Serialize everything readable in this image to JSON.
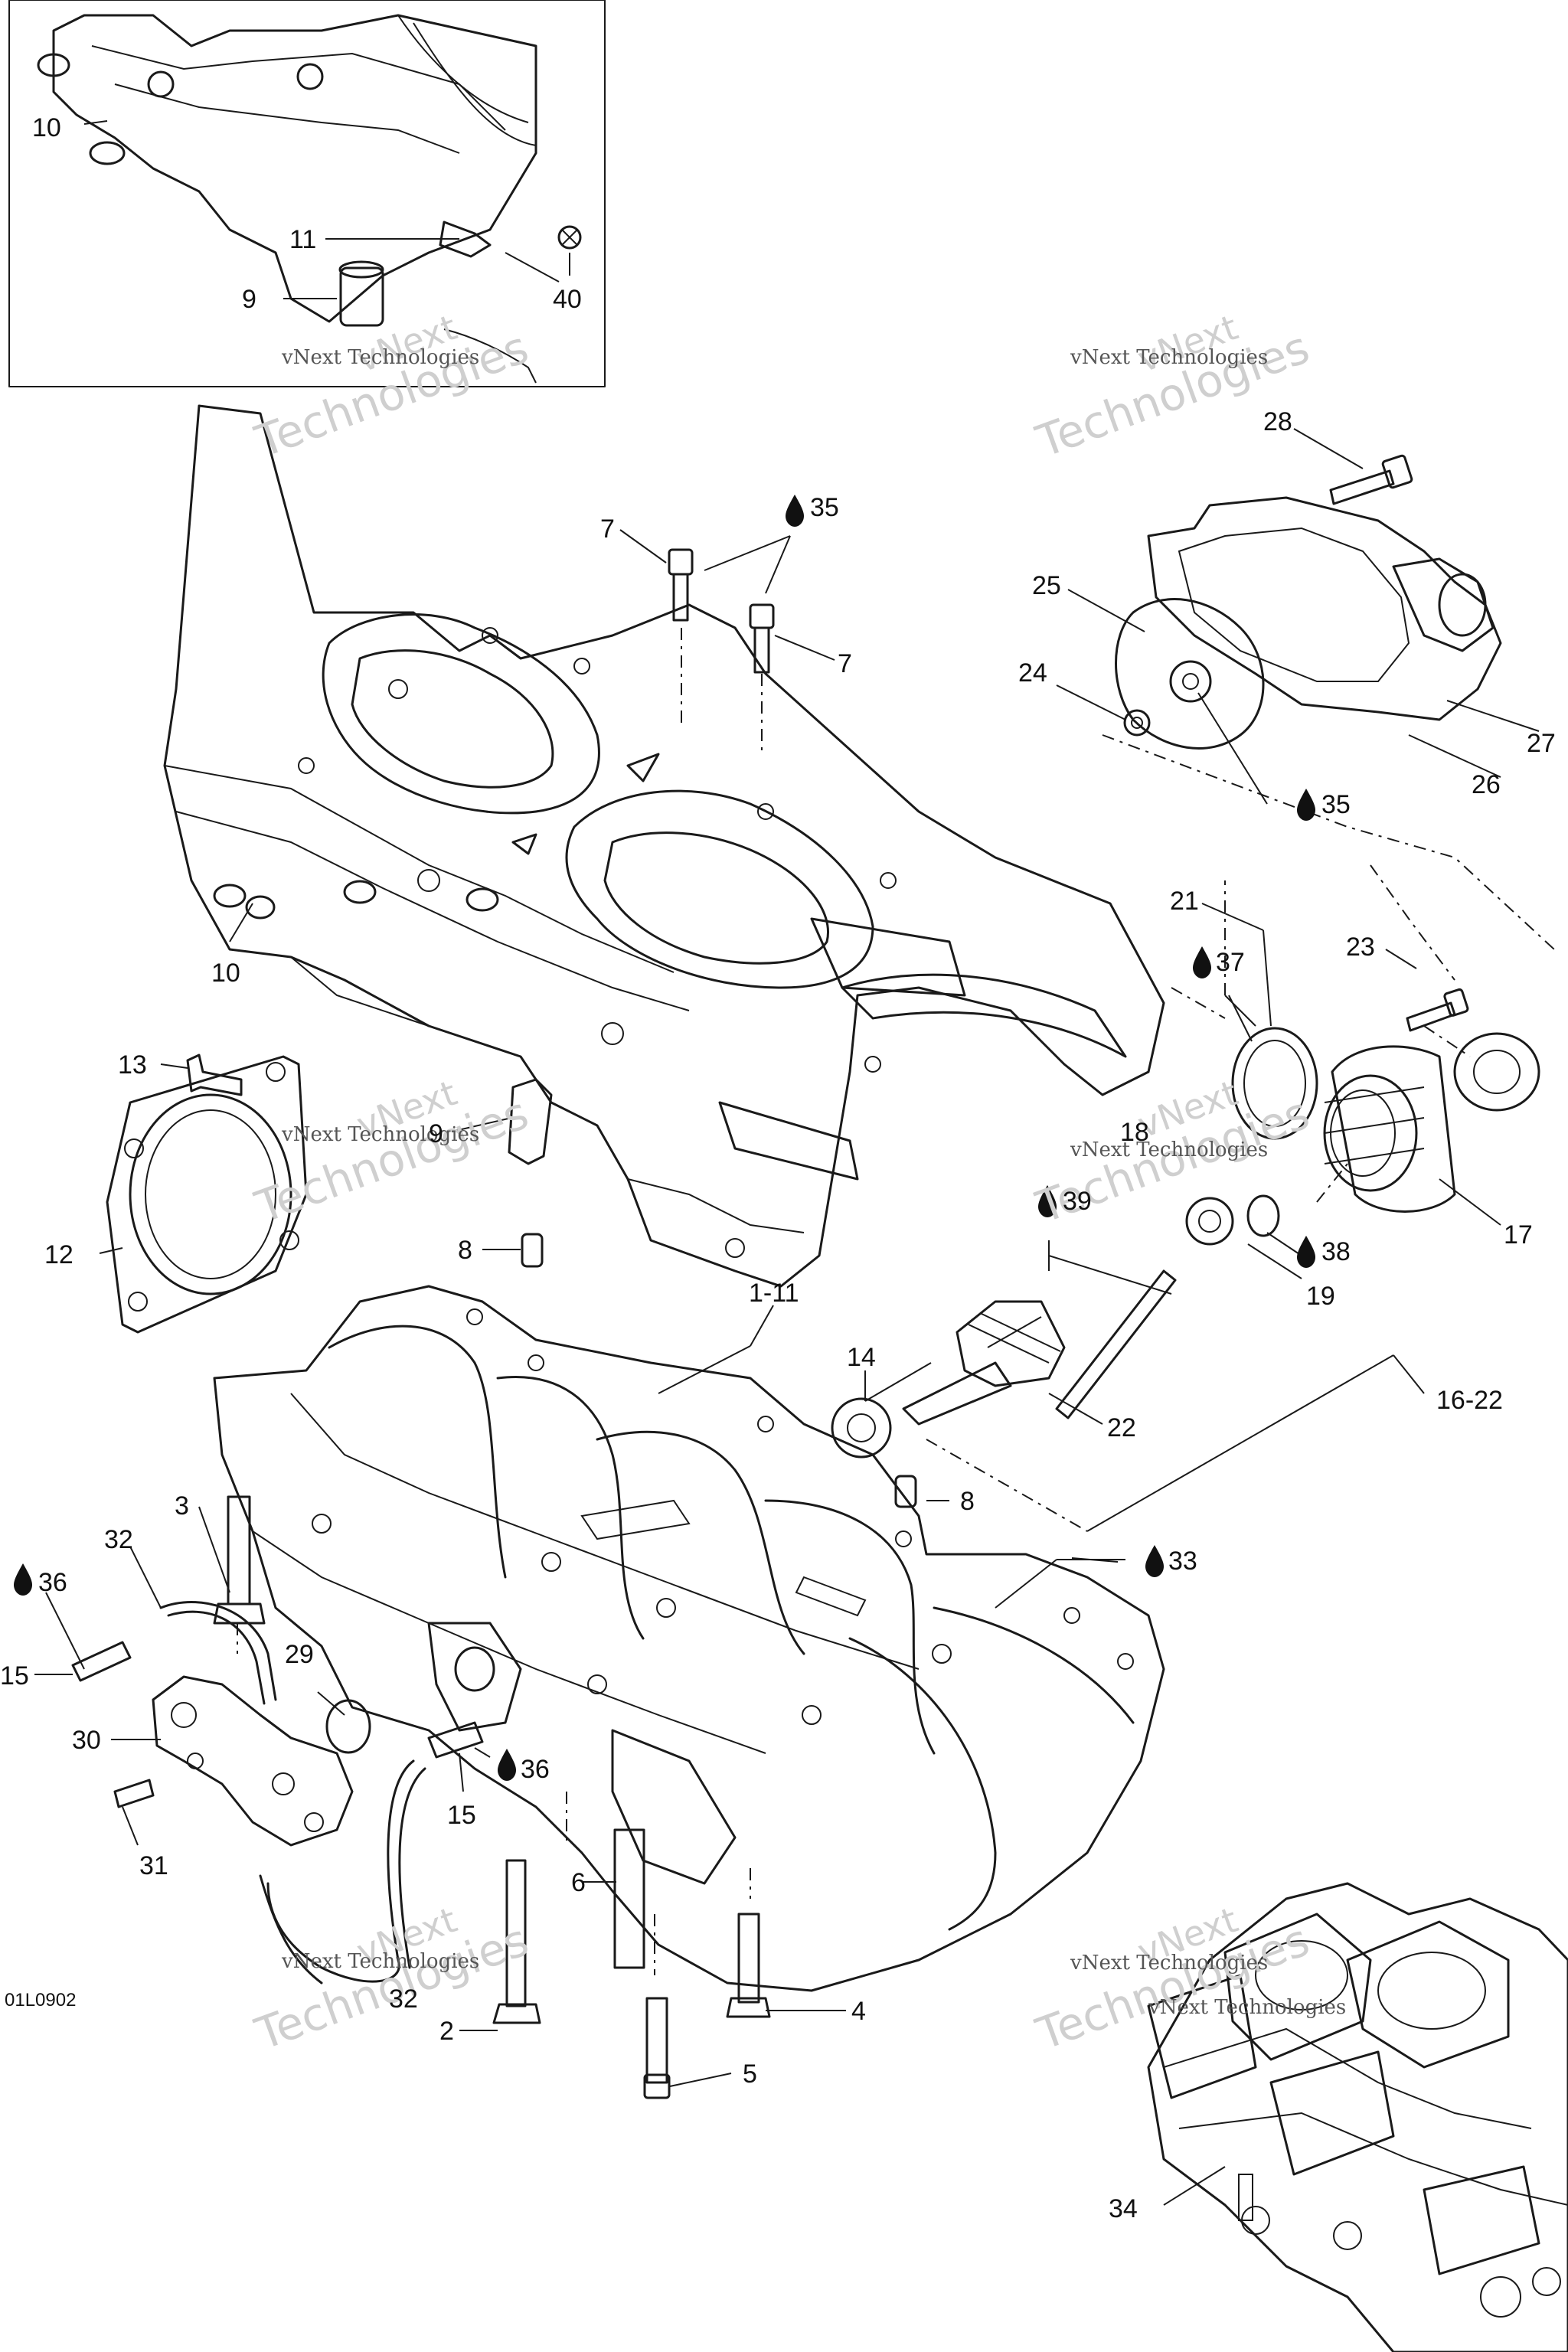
{
  "drawing_code": "01L0902",
  "watermark": {
    "line1": "vNext",
    "line2": "Technologies",
    "small": "vNext Technologies"
  },
  "colors": {
    "ink": "#111111",
    "watermark": "#cfcfcf",
    "background": "#ffffff"
  },
  "labels": {
    "l1_11": "1-11",
    "l2": "2",
    "l3": "3",
    "l4": "4",
    "l5": "5",
    "l6": "6",
    "l7a": "7",
    "l7b": "7",
    "l8a": "8",
    "l8b": "8",
    "l9a": "9",
    "l9b": "9",
    "l10a": "10",
    "l10b": "10",
    "l11": "11",
    "l12": "12",
    "l13": "13",
    "l14": "14",
    "l15a": "15",
    "l15b": "15",
    "l16_22": "16-22",
    "l17": "17",
    "l18": "18",
    "l19": "19",
    "l21": "21",
    "l22": "22",
    "l23": "23",
    "l24": "24",
    "l25": "25",
    "l26": "26",
    "l27": "27",
    "l28": "28",
    "l29": "29",
    "l30": "30",
    "l31": "31",
    "l32a": "32",
    "l32b": "32",
    "l34": "34",
    "l40": "40",
    "d33": "33",
    "d35a": "35",
    "d35b": "35",
    "d36a": "36",
    "d36b": "36",
    "d37": "37",
    "d38": "38",
    "d39": "39"
  },
  "icons": {
    "drop": "oil-drop-icon"
  }
}
